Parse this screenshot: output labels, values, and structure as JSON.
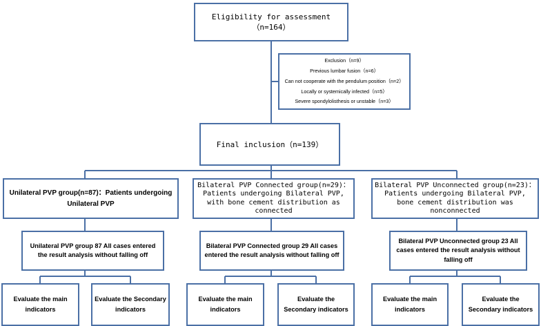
{
  "eligibility": {
    "text": "Eligibility for assessment（n=164）"
  },
  "exclusion": {
    "title": "Exclusion（n=9）",
    "items": [
      "Previous lumbar fusion（n=6）",
      "Can not cooperate with the pendulum position（n=2）",
      "Locally or systemically infected（n=5）",
      "Severe spondylolisthesis or unstable（n=3）"
    ]
  },
  "final_inclusion": {
    "text": "Final inclusion（n=139）"
  },
  "groups": [
    {
      "description": "Unilateral PVP group(n=87)：Patients undergoing Unilateral PVP",
      "result": "Unilateral PVP group 87 All cases entered the result analysis without falling off",
      "indicators": [
        "Evaluate the main indicators",
        "Evaluate the Secondary indicators"
      ]
    },
    {
      "description": "Bilateral PVP Connected group(n=29)：Patients undergoing Bilateral PVP, with bone cement distribution as connected",
      "result": "Bilateral PVP Connected group 29 All cases entered the result analysis without falling off",
      "indicators": [
        "Evaluate the main indicators",
        "Evaluate the Secondary indicators"
      ]
    },
    {
      "description": "Bilateral PVP Unconnected group(n=23)：Patients undergoing Bilateral PVP, bone cement distribution was nonconnected",
      "result": "Bilateral PVP Unconnected group 23 All cases entered the result analysis without falling off",
      "indicators": [
        "Evaluate the main indicators",
        "Evaluate the Secondary indicators"
      ]
    }
  ]
}
